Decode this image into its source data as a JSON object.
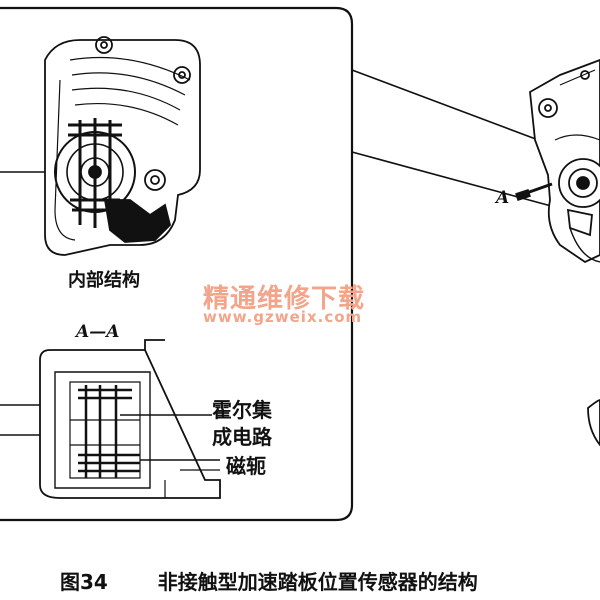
{
  "figure": {
    "section_label": "A—A",
    "view_arrow_label": "A",
    "caption_number": "图34",
    "caption_title": "非接触型加速踏板位置传感器的结构"
  },
  "labels": {
    "internal_structure": "内部结构",
    "hall_ic_line1": "霍尔集",
    "hall_ic_line2": "成电路",
    "magnetic_yoke": "磁轭"
  },
  "watermark": {
    "text_cn": "精通维修下载",
    "text_url": "www.gzweix.com",
    "color": "#f4a48a"
  }
}
